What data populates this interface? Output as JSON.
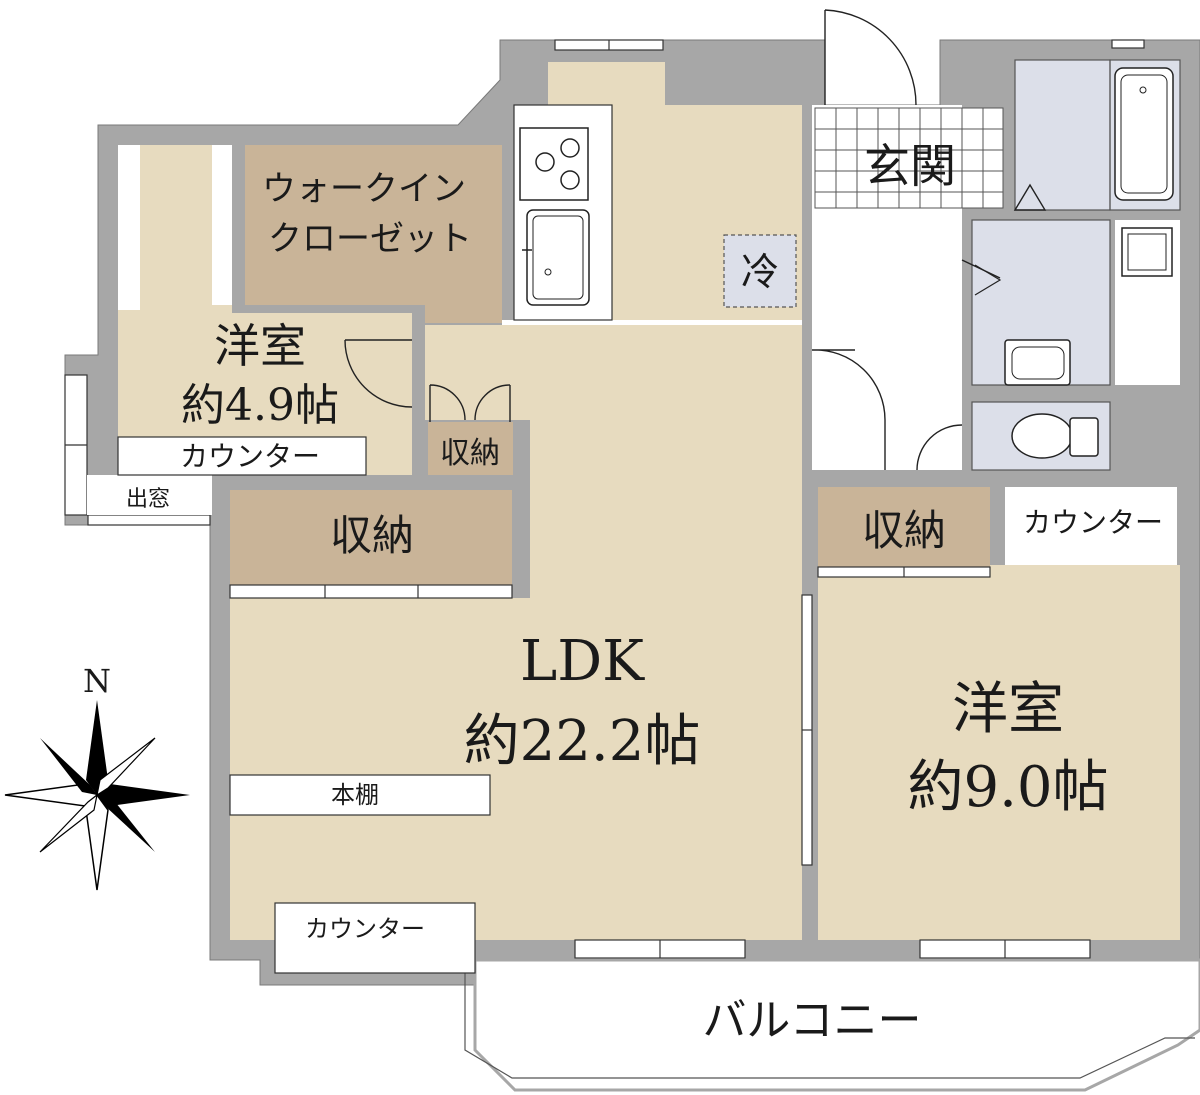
{
  "labels": {
    "walk_in_closet_line1": "ウォークイン",
    "walk_in_closet_line2": "クローゼット",
    "western_room_small": "洋室",
    "western_room_small_size": "約4.9帖",
    "counter_small_room": "カウンター",
    "bay_window": "出窓",
    "storage_small": "収納",
    "storage_ldk": "収納",
    "fridge": "冷",
    "entrance": "玄関",
    "ldk": "LDK",
    "ldk_size": "約22.2帖",
    "bookshelf": "本棚",
    "counter_ldk": "カウンター",
    "storage_right": "収納",
    "counter_right": "カウンター",
    "western_room_large": "洋室",
    "western_room_large_size": "約9.0帖",
    "balcony": "バルコニー",
    "north": "N"
  },
  "colors": {
    "wall": "#a7a7a7",
    "room_floor": "#e7dbbf",
    "closet_floor": "#c9b498",
    "wet_area": "#dcdfe9",
    "white": "#ffffff",
    "line": "#333333"
  }
}
